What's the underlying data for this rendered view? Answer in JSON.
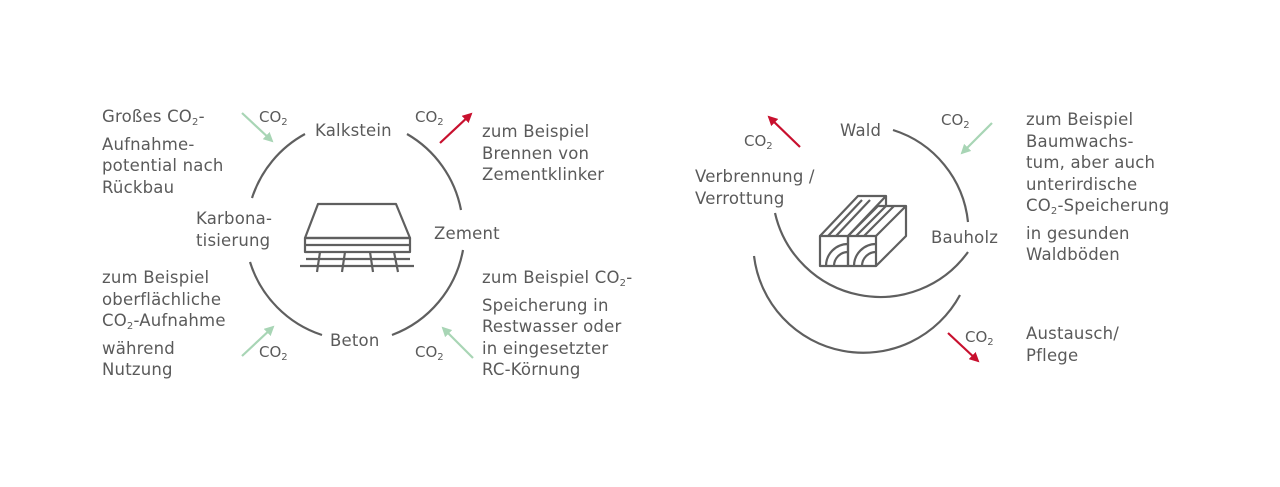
{
  "co2": {
    "base": "CO",
    "sub": "2"
  },
  "left": {
    "nodes": {
      "top": "Kalkstein",
      "right": "Zement",
      "bottom": "Beton",
      "left": [
        "Karbona-",
        "tisierung"
      ]
    },
    "note_top_left": {
      "line1_pre": "Großes CO",
      "line1_sub": "2",
      "line1_post": "-",
      "lines": [
        "Aufnahme-",
        "potential nach",
        "Rückbau"
      ]
    },
    "note_top_right": [
      "zum Beispiel",
      "Brennen von",
      "Zementklinker"
    ],
    "note_bottom_left": {
      "lines_before": [
        "zum Beispiel",
        "oberflächliche"
      ],
      "co2_line_pre": "CO",
      "co2_line_sub": "2",
      "co2_line_post": "-Aufnahme",
      "lines_after": [
        "während",
        "Nutzung"
      ]
    },
    "note_bottom_right": {
      "line1_pre": "zum Beispiel CO",
      "line1_sub": "2",
      "line1_post": "-",
      "lines": [
        "Speicherung in",
        "Restwasser oder",
        "in eingesetzter",
        "RC-Körnung"
      ]
    }
  },
  "right": {
    "nodes": {
      "top": "Wald",
      "right": "Bauholz",
      "left": [
        "Verbrennung /",
        "Verrottung"
      ]
    },
    "note_top_right": {
      "lines_before": [
        "zum Beispiel",
        "Baumwachs-",
        "tum, aber auch",
        "unterirdische"
      ],
      "co2_line_pre": "CO",
      "co2_line_sub": "2",
      "co2_line_post": "-Speicherung",
      "lines_after": [
        "in gesunden",
        "Waldböden"
      ]
    },
    "note_bottom_right": [
      "Austausch/",
      "Pflege"
    ]
  },
  "colors": {
    "text": "#5a5a5a",
    "line": "#5f5f5f",
    "red": "#c8102e",
    "green": "#a8d5b5"
  }
}
